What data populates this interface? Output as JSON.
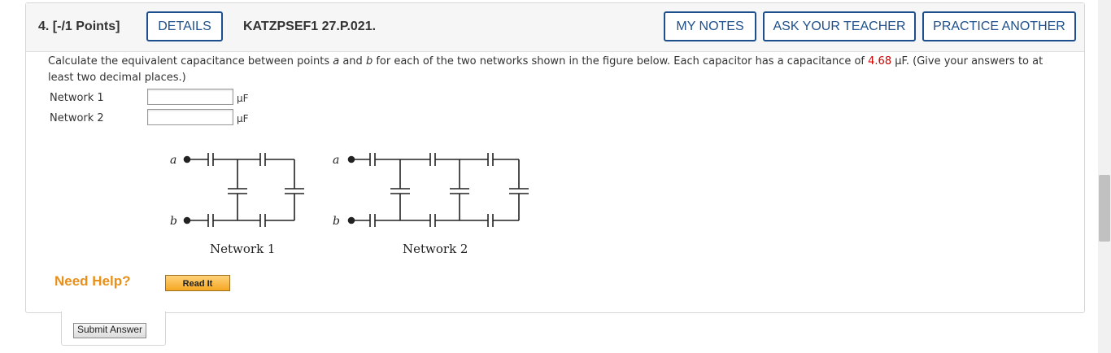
{
  "question": {
    "number": "4.",
    "points": "[-/1 Points]",
    "details_label": "DETAILS",
    "id": "KATZPSEF1 27.P.021.",
    "my_notes_label": "MY NOTES",
    "ask_teacher_label": "ASK YOUR TEACHER",
    "practice_label": "PRACTICE ANOTHER",
    "text_before": "Calculate the equivalent capacitance between points ",
    "point_a": "a",
    "text_and": " and ",
    "point_b": "b",
    "text_after": " for each of the two networks shown in the figure below. Each capacitor has a capacitance of ",
    "capacitance_value": "4.68",
    "text_end": " μF. (Give your answers to at least two decimal places.)"
  },
  "answers": [
    {
      "label": "Network 1",
      "value": "",
      "unit": "μF"
    },
    {
      "label": "Network 2",
      "value": "",
      "unit": "μF"
    }
  ],
  "figure": {
    "network1_caption": "Network 1",
    "network2_caption": "Network 2",
    "terminal_a": "a",
    "terminal_b": "b"
  },
  "help": {
    "need_help_label": "Need Help?",
    "read_it_label": "Read It"
  },
  "submit_label": "Submit Answer"
}
